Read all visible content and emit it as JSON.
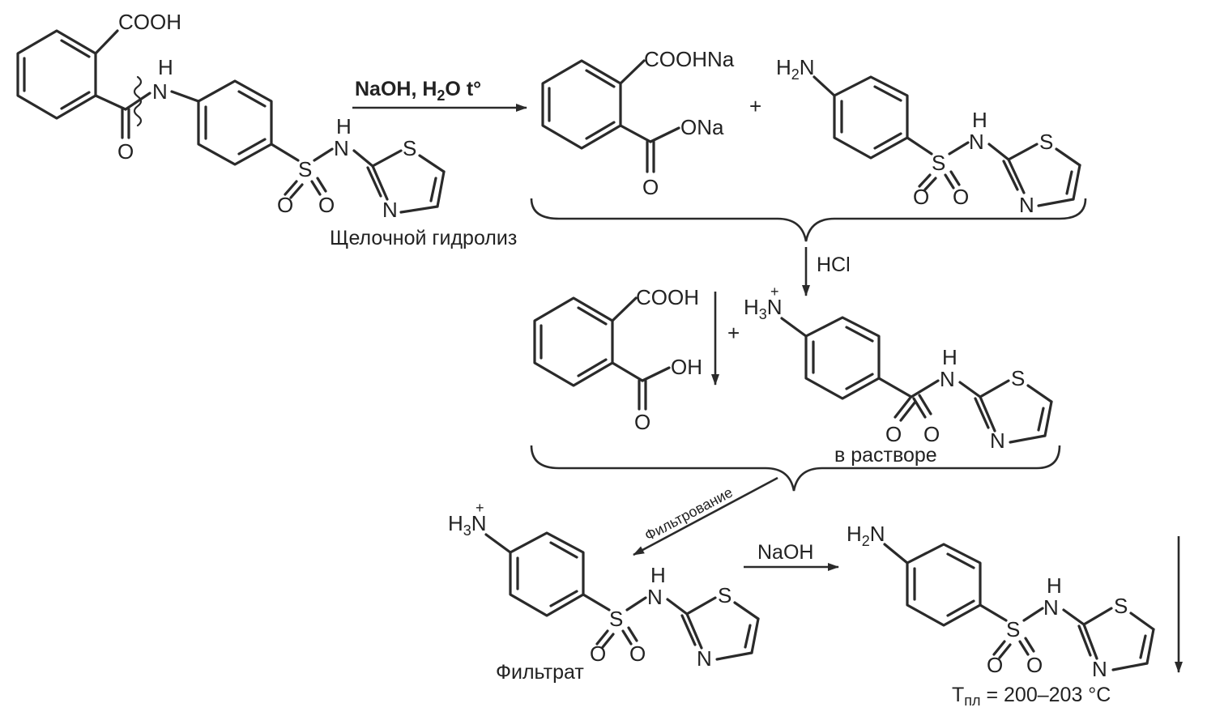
{
  "reaction": {
    "step1_reagent": "NaOH, H2O t°",
    "step1_reagent_parts": {
      "main": "NaOH, H",
      "sub": "2",
      "tail": "O t°"
    },
    "step1_caption": "Щелочной гидролиз",
    "step2_reagent": "HCl",
    "step2_caption": "в растворе",
    "step3_reagent": "Фильтрование",
    "step3_caption": "Фильтрат",
    "step4_reagent": "NaOH",
    "melting_point": {
      "prefix": "T",
      "sub": "пл",
      "value": " = 200–203 °C"
    }
  },
  "atoms": {
    "cooh": "COOH",
    "coohna": "COOHNa",
    "ona": "ONa",
    "oh": "OH",
    "o": "O",
    "s": "S",
    "n": "N",
    "h": "H",
    "nh2": {
      "main": "H",
      "sub": "2",
      "tail": "N"
    },
    "nh3": {
      "main": "H",
      "sub": "3",
      "tail": "N",
      "charge": "+"
    },
    "plus": "+"
  },
  "colors": {
    "ink": "#2a2a2a",
    "background": "#ffffff"
  }
}
